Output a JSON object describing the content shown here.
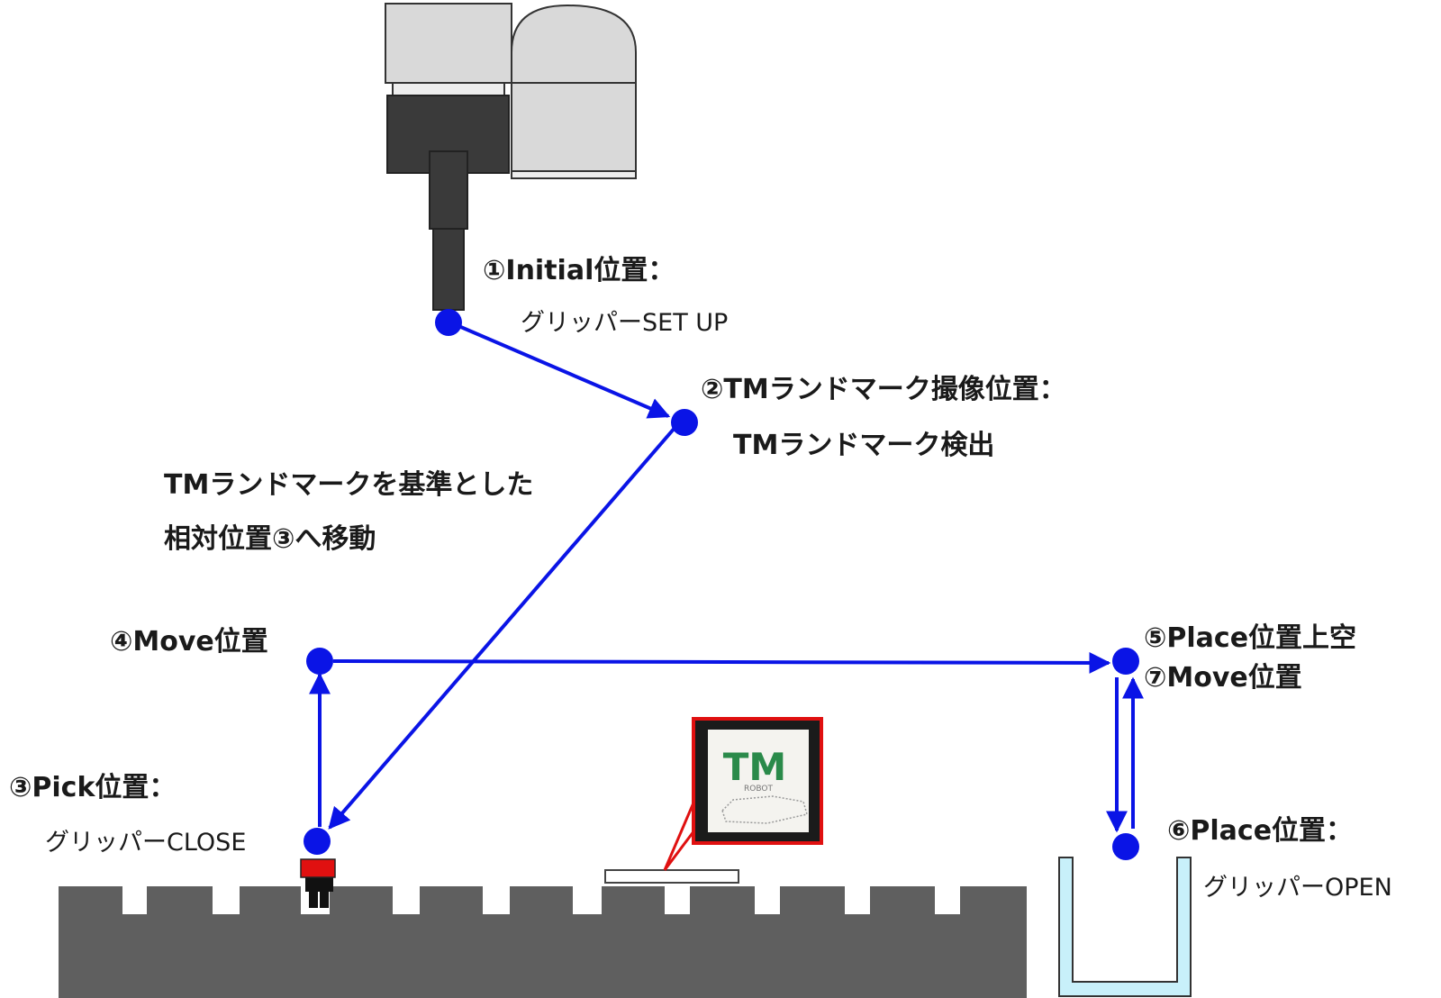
{
  "colors": {
    "path": "#0a14e6",
    "conveyor": "#5f5f5f",
    "robot_light": "#d9d9d9",
    "robot_dark": "#3a3a3a",
    "workpiece": "#e01010",
    "bin": "#c8f0fa",
    "marker_frame": "#e01010"
  },
  "waypoints": {
    "p1": {
      "title": "①Initial位置：",
      "subtitle": "グリッパーSET UP"
    },
    "p2": {
      "title": "②TMランドマーク撮像位置：",
      "subtitle": "TMランドマーク検出"
    },
    "p3": {
      "title": "③Pick位置：",
      "subtitle": "グリッパーCLOSE"
    },
    "p4": {
      "title": "④Move位置"
    },
    "p5": {
      "title": "⑤Place位置上空"
    },
    "p7": {
      "title": "⑦Move位置"
    },
    "p6": {
      "title": "⑥Place位置：",
      "subtitle": "グリッパーOPEN"
    }
  },
  "note": {
    "line1": "TMランドマークを基準とした",
    "line2": "相対位置③へ移動"
  },
  "landmark": {
    "logo": "TM",
    "logo_sub": "ROBOT"
  }
}
